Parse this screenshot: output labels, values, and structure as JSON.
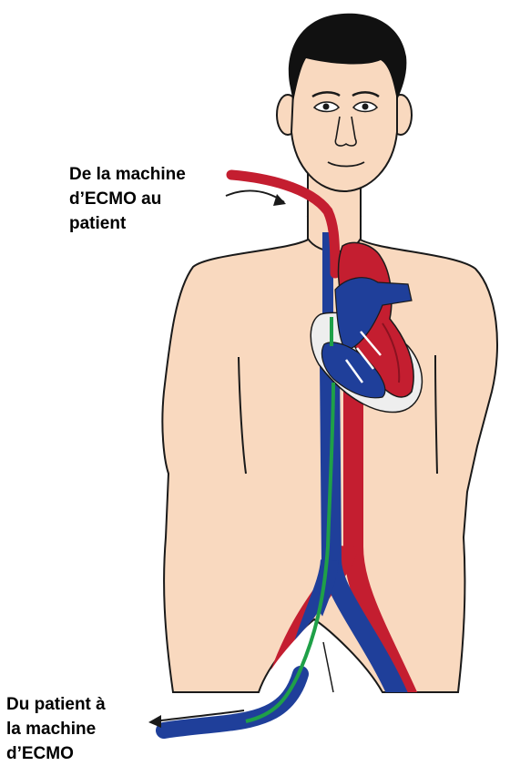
{
  "labels": {
    "inflow": [
      "De la machine",
      "d’ECMO au",
      "patient"
    ],
    "outflow": [
      "Du patient à",
      "la machine",
      "d’ECMO"
    ]
  },
  "colors": {
    "skin": "#f9d9bf",
    "outline": "#1a1a1a",
    "hair": "#111111",
    "artery": "#c41e30",
    "vein": "#1f3f9a",
    "cannula_wire": "#1fa048",
    "heart_sac": "#eeeeee"
  },
  "icons": {
    "arrow_in": "curved-arrow-right-icon",
    "arrow_out": "arrow-left-icon"
  }
}
